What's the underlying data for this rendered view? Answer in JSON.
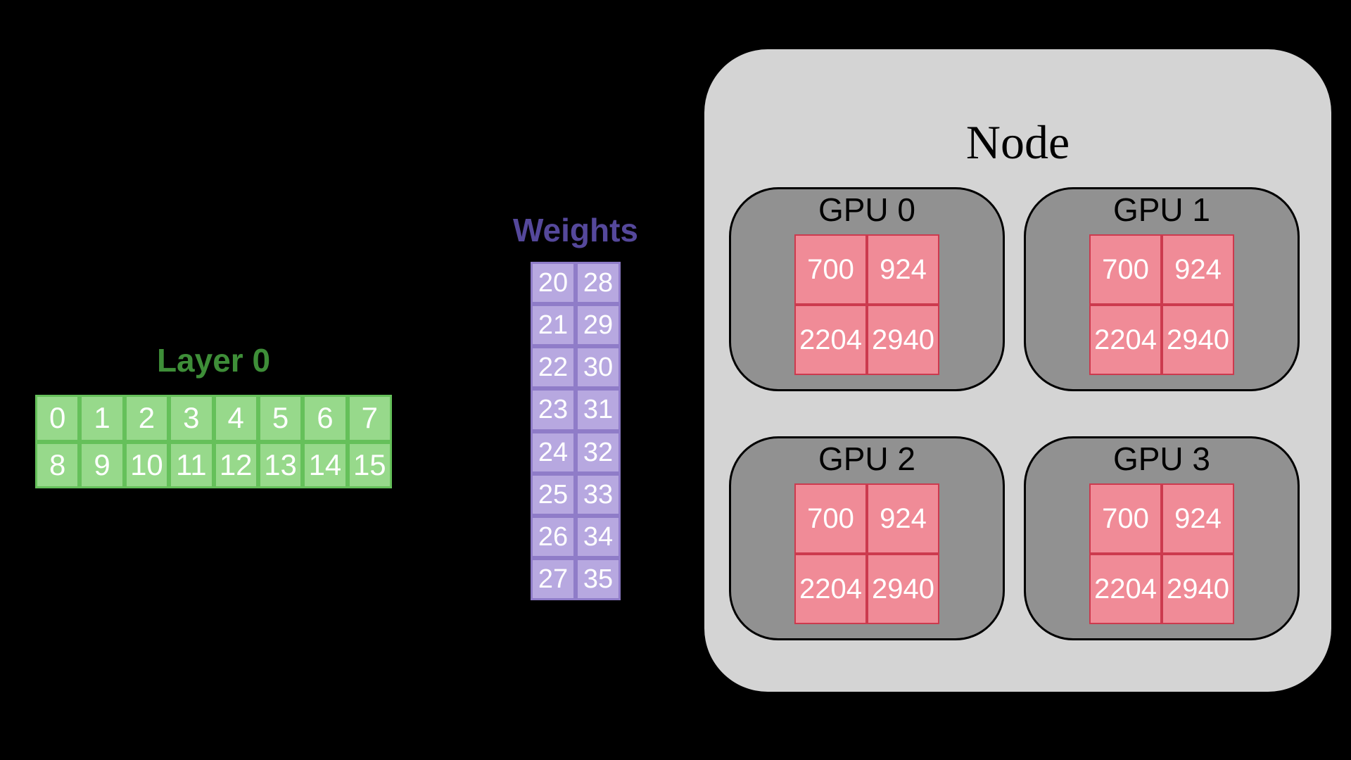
{
  "layer_section": {
    "label": "Layer 0",
    "rows": [
      [
        "0",
        "1",
        "2",
        "3",
        "4",
        "5",
        "6",
        "7"
      ],
      [
        "8",
        "9",
        "10",
        "11",
        "12",
        "13",
        "14",
        "15"
      ]
    ]
  },
  "weights_section": {
    "label": "Weights",
    "rows": [
      [
        "20",
        "28"
      ],
      [
        "21",
        "29"
      ],
      [
        "22",
        "30"
      ],
      [
        "23",
        "31"
      ],
      [
        "24",
        "32"
      ],
      [
        "25",
        "33"
      ],
      [
        "26",
        "34"
      ],
      [
        "27",
        "35"
      ]
    ]
  },
  "node": {
    "label": "Node",
    "gpus": [
      {
        "label": "GPU 0",
        "rows": [
          [
            "700",
            "924"
          ],
          [
            "2204",
            "2940"
          ]
        ]
      },
      {
        "label": "GPU 1",
        "rows": [
          [
            "700",
            "924"
          ],
          [
            "2204",
            "2940"
          ]
        ]
      },
      {
        "label": "GPU 2",
        "rows": [
          [
            "700",
            "924"
          ],
          [
            "2204",
            "2940"
          ]
        ]
      },
      {
        "label": "GPU 3",
        "rows": [
          [
            "700",
            "924"
          ],
          [
            "2204",
            "2940"
          ]
        ]
      }
    ]
  },
  "colors": {
    "background": "#000000",
    "layer_label": "#3e8e38",
    "layer_cell_fill": "#97d98b",
    "layer_cell_border": "#65c05a",
    "weights_label": "#55489b",
    "weights_cell_fill": "#b7a8e0",
    "weights_cell_border": "#8f7cc8",
    "node_fill": "#d4d4d4",
    "node_label": "#000000",
    "gpu_fill": "#919191",
    "gpu_border": "#000000",
    "gpu_label": "#000000",
    "shard_fill": "#f08b97",
    "shard_border": "#cc3a4e",
    "cell_text": "#ffffff"
  }
}
